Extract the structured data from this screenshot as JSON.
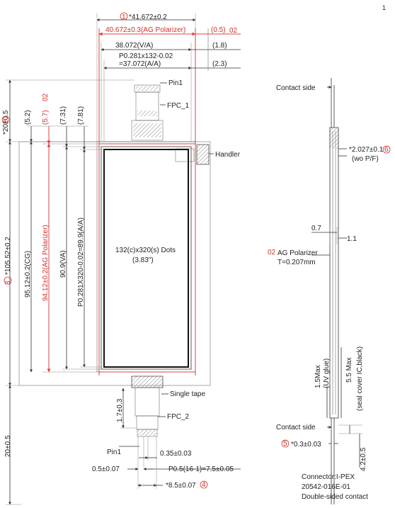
{
  "page_number": "1",
  "dims": {
    "overall_width": "*41.672±0.2",
    "overall_width_marker": "1",
    "polarizer_width": "40.672±0.3(AG Polarizer)",
    "polarizer_offset": "(0.5)",
    "polarizer_offset_rev": "02",
    "va_width": "38.072(V/A)",
    "va_offset": "(1.8)",
    "pitch_line1": "P0.281x132-0.02",
    "pitch_line2": "=37.072(A/A)",
    "aa_offset": "(2.3)",
    "top_20": "*20±0.5",
    "top_20_marker": "2",
    "top_5_2": "(5.2)",
    "top_5_7": "(5.7)",
    "top_5_7_rev": "02",
    "top_7_31": "(7.31)",
    "top_7_81": "(7.81)",
    "height_total": "*105.52±0.2",
    "height_total_marker": "3",
    "height_cg": "95.12±0.2(CG)",
    "height_polarizer": "94.12±0.2(AG Polarizer)",
    "height_va": "90.9(VA)",
    "height_aa": "P0.281X320-0.02=89.9(A/A)",
    "bottom_20": "20±0.5",
    "fpc2_1_7": "1.7±0.3",
    "pin_0_35": "0.35±0.03",
    "pin_0_5": "0.5±0.07",
    "pitch_bottom": "P0.5(16-1)=7.5±0.05",
    "fpc_width": "*8.5±0.07",
    "fpc_width_marker": "4"
  },
  "labels": {
    "pin1_top": "Pin1",
    "fpc1": "FPC_1",
    "handler": "Handler",
    "screen_line1": "132(c)x320(s) Dots",
    "screen_line2": "(3.83\")",
    "single_tape": "Single tape",
    "fpc2": "FPC_2",
    "pin1_bottom": "Pin1"
  },
  "side": {
    "contact_top": "Contact side",
    "thickness": "*2.027±0.1",
    "thickness_marker": "6",
    "thickness_note": "(wo P/F)",
    "dim_0_7": "0.7",
    "dim_1_1": "1.1",
    "polarizer_rev": "02",
    "polarizer": "AG Polarizer",
    "polarizer_t": "T=0.207mm",
    "uv_line1": "1.5Max",
    "uv_line2": "(UV glue)",
    "seal_line1": "5.5 Max",
    "seal_line2": "(seal cover IC,black)",
    "contact_bottom": "Contact side",
    "fpc_thk": "*0.3±0.03",
    "fpc_thk_marker": "5",
    "dim_4_2": "4.2±0.5"
  },
  "connector": {
    "line1": "Connector:I-PEX",
    "line2": "20542-016E-01",
    "line3": "Double-sided contact"
  }
}
